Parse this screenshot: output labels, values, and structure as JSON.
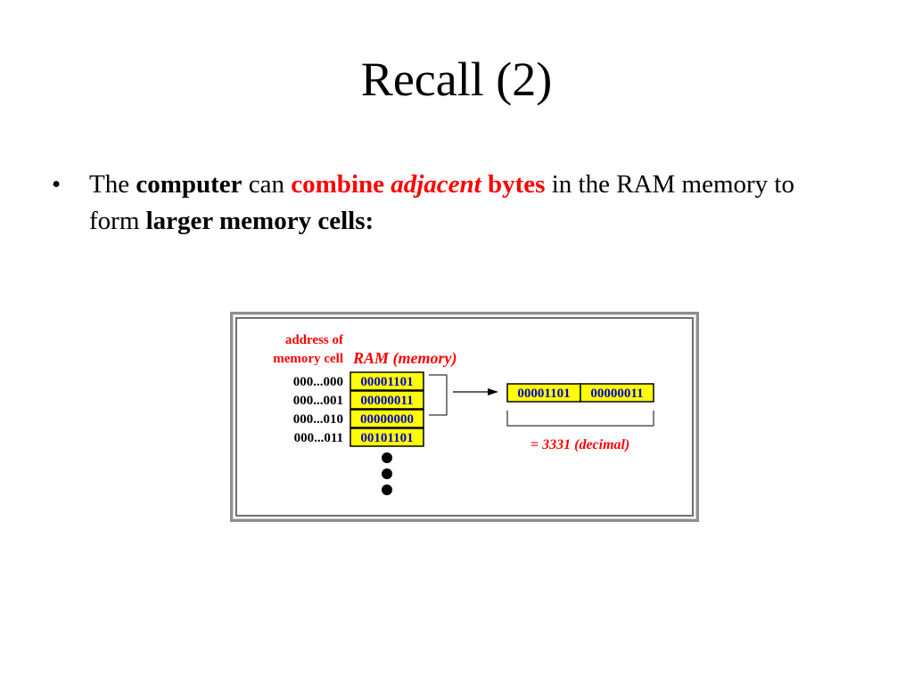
{
  "slide": {
    "title": "Recall (2)"
  },
  "bullet": {
    "marker": "•",
    "part1": "The ",
    "computer": "computer",
    "part2": " can ",
    "combine": "combine",
    "space1": " ",
    "adjacent": "adjacent",
    "space2": " ",
    "bytes": "bytes",
    "part3": " in the RAM memory to form ",
    "larger": "larger memory cells:"
  },
  "diagram": {
    "address_label_line1": "address of",
    "address_label_line2": "memory cell",
    "ram_label": "RAM (memory)",
    "addresses": [
      "000...000",
      "000...001",
      "000...010",
      "000...011"
    ],
    "cells": [
      "00001101",
      "00000011",
      "00000000",
      "00101101"
    ],
    "combined_cells": [
      "00001101",
      "00000011"
    ],
    "result": "= 3331 (decimal)",
    "colors": {
      "cell_fill": "#ffff00",
      "cell_text": "#0000cc",
      "label_red": "#ff0000",
      "border": "#000000"
    }
  }
}
